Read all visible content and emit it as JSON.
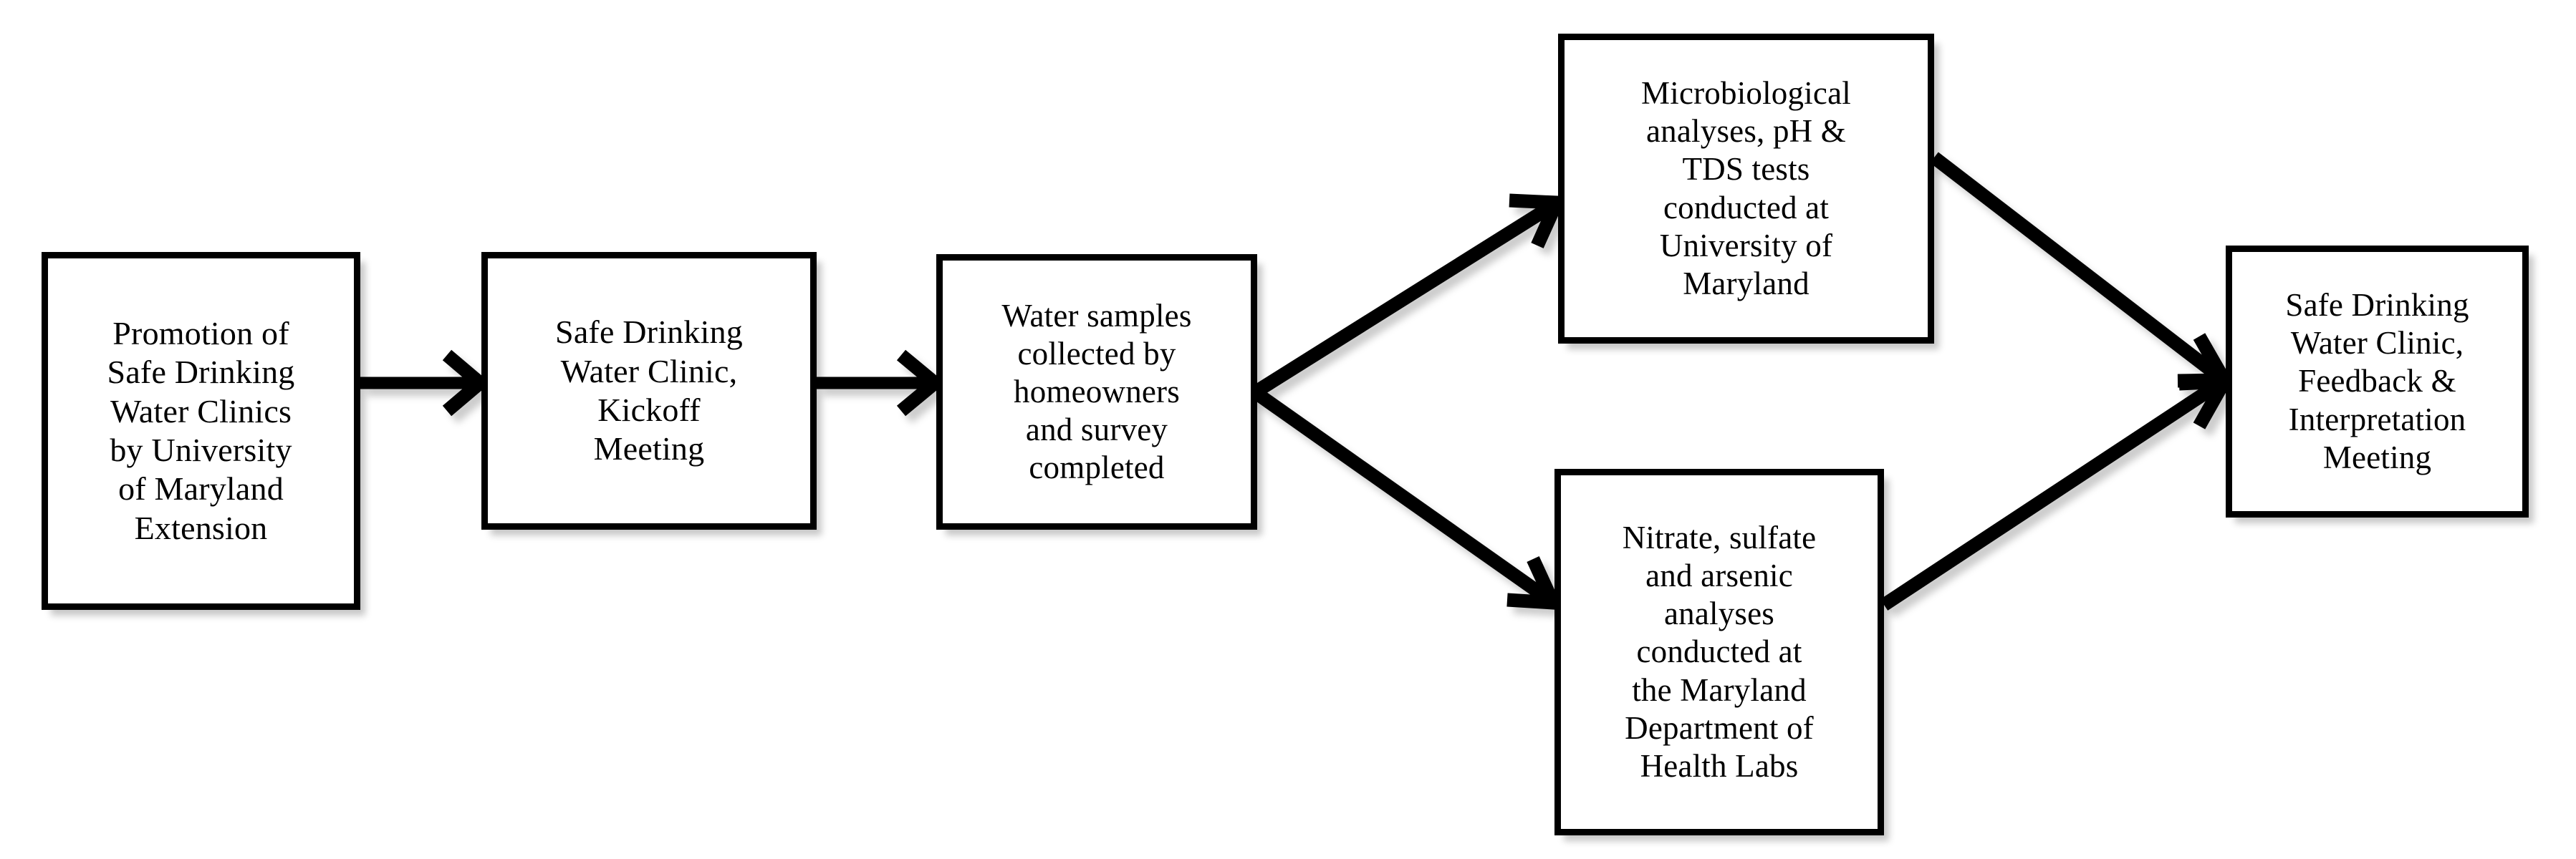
{
  "diagram": {
    "title": "Safe Drinking Water Clinic process flow",
    "background_color": "#ffffff",
    "node_border_color": "#000000",
    "node_fill_color": "#ffffff",
    "text_color": "#000000",
    "arrow_color": "#000000"
  },
  "nodes": [
    {
      "id": "promotion",
      "label": "Promotion of\nSafe Drinking\nWater Clinics\nby University\nof Maryland\nExtension"
    },
    {
      "id": "kickoff",
      "label": "Safe Drinking\nWater Clinic,\nKickoff\nMeeting"
    },
    {
      "id": "samples",
      "label": "Water samples\ncollected by\nhomeowners\nand survey\ncompleted"
    },
    {
      "id": "micro",
      "label": "Microbiological\nanalyses, pH &\nTDS tests\nconducted at\nUniversity of\nMaryland"
    },
    {
      "id": "nitrate",
      "label": "Nitrate, sulfate\nand arsenic\nanalyses\nconducted at\nthe Maryland\nDepartment of\nHealth Labs"
    },
    {
      "id": "feedback",
      "label": "Safe Drinking\nWater Clinic,\nFeedback &\nInterpretation\nMeeting"
    }
  ],
  "edges": [
    {
      "id": "promotion-to-kickoff",
      "from": "promotion",
      "to": "kickoff",
      "style": "straight-horizontal",
      "label": ""
    },
    {
      "id": "kickoff-to-samples",
      "from": "kickoff",
      "to": "samples",
      "style": "straight-horizontal",
      "label": ""
    },
    {
      "id": "samples-to-micro",
      "from": "samples",
      "to": "micro",
      "style": "diagonal-up",
      "label": ""
    },
    {
      "id": "samples-to-nitrate",
      "from": "samples",
      "to": "nitrate",
      "style": "diagonal-down",
      "label": ""
    },
    {
      "id": "micro-to-feedback",
      "from": "micro",
      "to": "feedback",
      "style": "diagonal-down",
      "label": ""
    },
    {
      "id": "nitrate-to-feedback",
      "from": "nitrate",
      "to": "feedback",
      "style": "diagonal-up",
      "label": ""
    }
  ]
}
